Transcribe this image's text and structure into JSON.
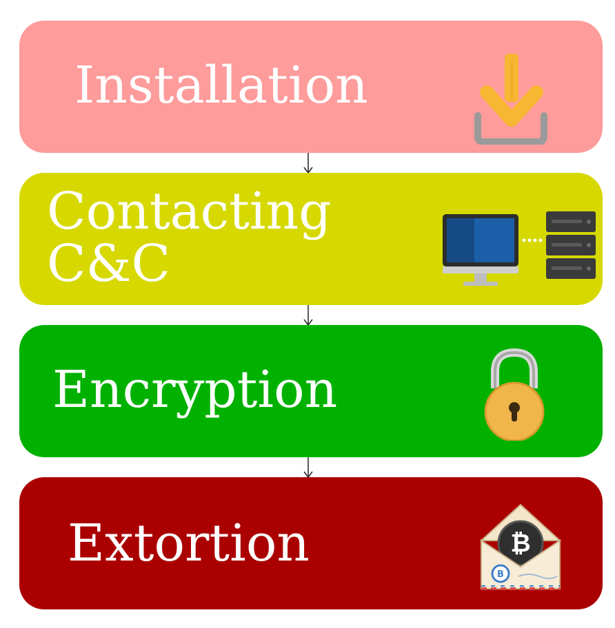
{
  "stages": [
    {
      "label": "Installation",
      "color": "#fe9b9b",
      "icon": "download-icon"
    },
    {
      "label_lines": [
        "Contacting",
        "C&C"
      ],
      "color": "#d6d800",
      "icon": "computer-server-icon"
    },
    {
      "label": "Encryption",
      "color": "#00b100",
      "icon": "padlock-icon"
    },
    {
      "label": "Extortion",
      "color": "#ab0000",
      "icon": "bitcoin-envelope-icon"
    }
  ],
  "colors": {
    "arrow": "#222222",
    "text": "#ffffff"
  }
}
